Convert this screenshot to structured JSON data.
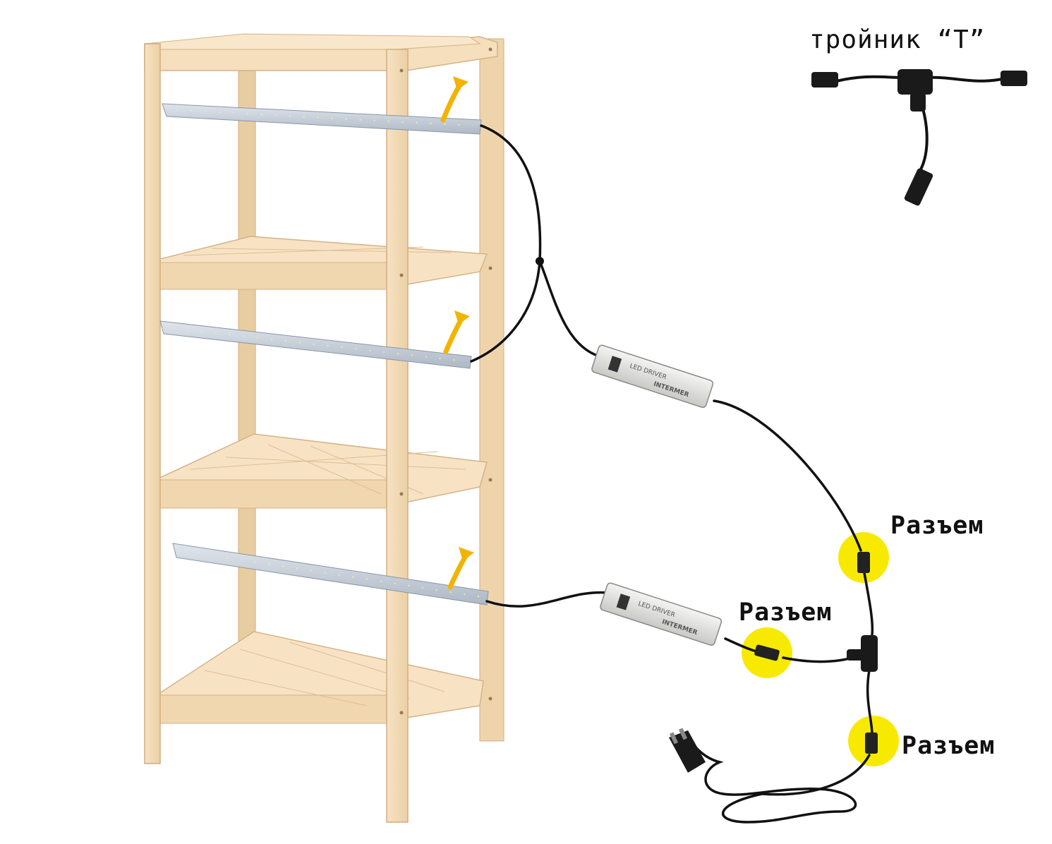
{
  "tee_label": "тройник “T”",
  "connector_labels": [
    "Разъем",
    "Разъем",
    "Разъем"
  ],
  "driver_brand": "INTERMER",
  "driver_type": "LED DRIVER",
  "colors": {
    "wood": "#f3d9b3",
    "wood_dark": "#d9b488",
    "strip": "#c3ccd6",
    "cable": "#111111",
    "highlight": "#f7ea00",
    "arrow": "#f2b400"
  }
}
